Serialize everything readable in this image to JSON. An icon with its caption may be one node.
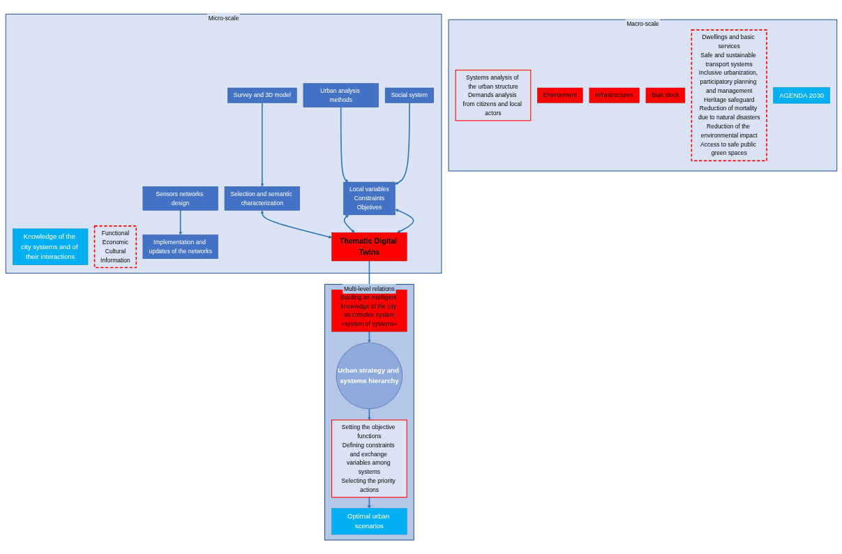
{
  "diagram": {
    "nodes": [
      {
        "text": [
          "Macro-scale"
        ]
      },
      {
        "text": [
          "Systems analysis of the urban structure",
          "Demands analysis from citizens and local actors"
        ],
        "in": 0
      },
      {
        "text": [
          "Environment"
        ],
        "in": 0
      },
      {
        "text": [
          "Infrastructures"
        ],
        "in": 0
      },
      {
        "text": [
          "Built stock"
        ],
        "in": 0
      },
      {
        "text": [
          "Dwellings and basic services",
          "Safe and sustainable transport systems",
          "Inclusive urbanization, participatory planning and management",
          "Heritage safeguard",
          "Reduction of mortality due to natural disasters",
          "Reduction of the environmental impact",
          "Access to safe public green spaces"
        ],
        "in": 0
      },
      {
        "text": [
          "AGENDA 2030"
        ],
        "in": 0
      },
      {
        "text": [
          "Micro-scale"
        ]
      },
      {
        "text": [
          "Knowledge of the city systems and of their interactions"
        ],
        "in": 7
      },
      {
        "text": [
          "Functional",
          "Economic",
          "Cultural",
          "Information"
        ],
        "in": 7
      },
      {
        "text": [
          "Survey and 3D model"
        ],
        "in": 7
      },
      {
        "text": [
          "Urban analysis methods"
        ],
        "in": 7
      },
      {
        "text": [
          "Social system"
        ],
        "in": 7
      },
      {
        "text": [
          "Sensors networks design"
        ],
        "in": 7
      },
      {
        "text": [
          "Selection and semantic characterization"
        ],
        "in": 7
      },
      {
        "text": [
          "Local variables",
          "Constraints",
          "Objetives"
        ],
        "in": 7
      },
      {
        "text": [
          "Implementation and updates of the networks"
        ],
        "in": 7
      },
      {
        "text": [
          "Thematic Digital Twins"
        ],
        "in": 7
      },
      {
        "text": [
          "Multi-level relations"
        ]
      },
      {
        "text": [
          "Optimal urban scenarios"
        ],
        "in": 18
      },
      {
        "text": [
          "Setting the objective functions",
          "Defining constraints and exchange variables among systems",
          "Selecting the priority actions"
        ],
        "in": 18
      },
      {
        "text": [
          "Urban strategy and systems hierarchy"
        ],
        "in": 18
      },
      {
        "text": [
          "Building an intelligent knowledge of the city as complex system",
          "«system of systems»"
        ],
        "in": 18
      }
    ],
    "edges": [
      {
        "from": 10,
        "to": 14,
        "arrow": "to"
      },
      {
        "from": 11,
        "to": 15,
        "arrow": "to"
      },
      {
        "from": 12,
        "to": 15,
        "arrow": "to"
      },
      {
        "from": 13,
        "to": 16,
        "arrow": "to"
      },
      {
        "from": 14,
        "to": 17,
        "arrow": "both"
      },
      {
        "from": 15,
        "to": 17,
        "arrow": "both"
      },
      {
        "from": 15,
        "to": 17,
        "arrow": "both"
      },
      {
        "from": 17,
        "to": 22,
        "arrow": "to"
      },
      {
        "from": 22,
        "to": 21,
        "arrow": "to"
      },
      {
        "from": 21,
        "to": 20,
        "arrow": "to"
      },
      {
        "from": 20,
        "to": 19,
        "arrow": "to"
      }
    ]
  }
}
